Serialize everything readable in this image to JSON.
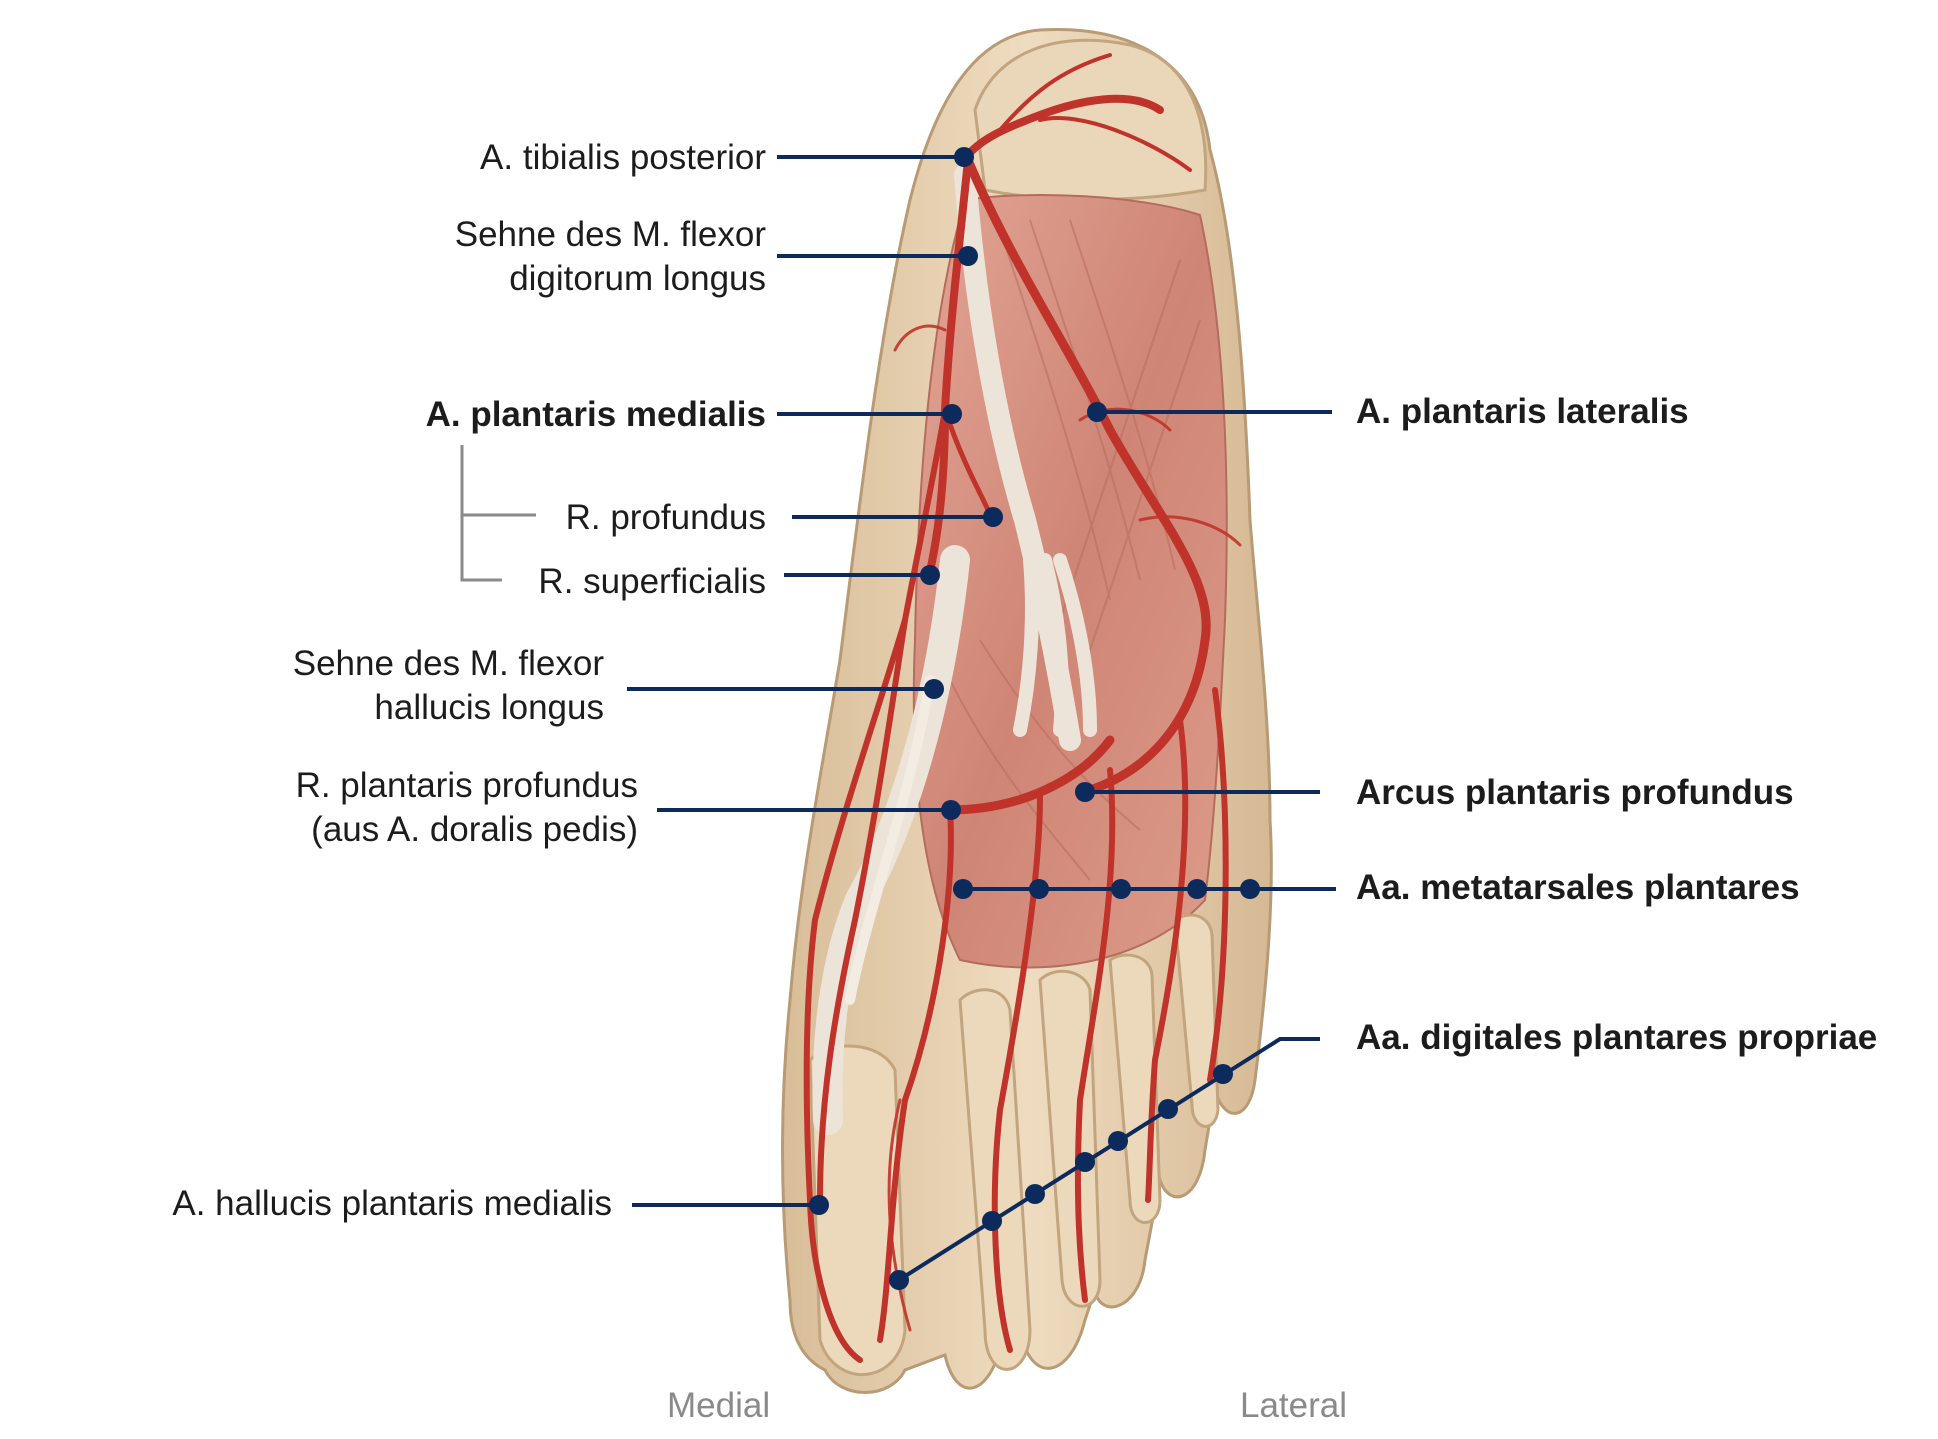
{
  "labels": {
    "tibialis_posterior": "A. tibialis posterior",
    "sehne_fdl_1": "Sehne des M. flexor",
    "sehne_fdl_2": "digitorum longus",
    "plantaris_medialis": "A. plantaris medialis",
    "r_profundus": "R. profundus",
    "r_superficialis": "R. superficialis",
    "sehne_fhl_1": "Sehne des M. flexor",
    "sehne_fhl_2": "hallucis longus",
    "r_plantaris_profundus_1": "R. plantaris profundus",
    "r_plantaris_profundus_2": "(aus A. doralis pedis)",
    "hallucis_plantaris_medialis": "A. hallucis plantaris medialis",
    "plantaris_lateralis": "A. plantaris lateralis",
    "arcus_plantaris_profundus": "Arcus plantaris profundus",
    "metatarsales_plantares": "Aa. metatarsales plantares",
    "digitales_plantares_propriae": "Aa. digitales plantares propriae"
  },
  "orientation": {
    "medial": "Medial",
    "lateral": "Lateral"
  },
  "colors": {
    "leader_line": "#0d2a5c",
    "artery": "#c0332b",
    "bone": "#e6cfae",
    "muscle": "#d99585",
    "tendon": "#ede6dc",
    "bracket": "#8a8a8a"
  }
}
